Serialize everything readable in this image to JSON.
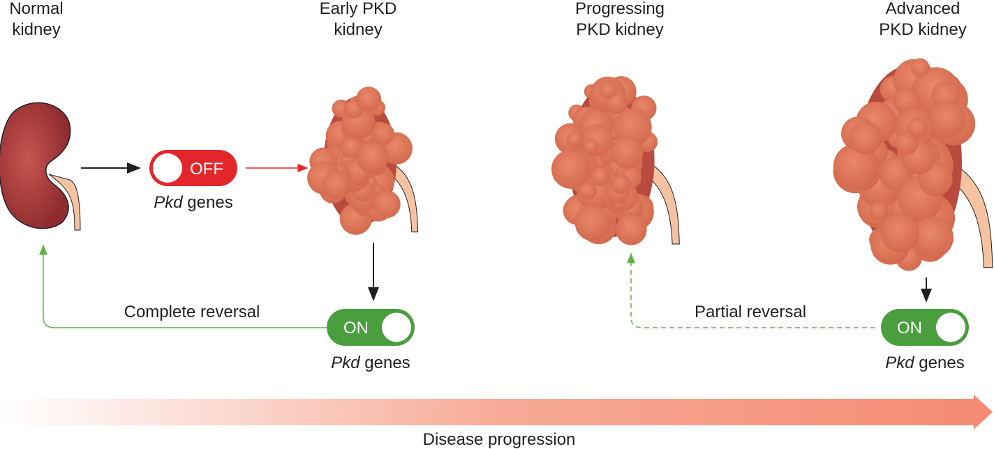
{
  "stages": [
    {
      "title_line1": "Normal",
      "title_line2": "kidney"
    },
    {
      "title_line1": "Early PKD",
      "title_line2": "kidney"
    },
    {
      "title_line1": "Progressing",
      "title_line2": "PKD kidney"
    },
    {
      "title_line1": "Advanced",
      "title_line2": "PKD kidney"
    }
  ],
  "switches": {
    "off_label": "OFF",
    "on_label": "ON",
    "gene_italic": "Pkd",
    "gene_suffix": " genes"
  },
  "reversals": {
    "complete": "Complete reversal",
    "partial": "Partial reversal"
  },
  "progression_label": "Disease progression",
  "colors": {
    "off": "#e3262b",
    "on": "#4a9e3e",
    "reversal": "#5cb346",
    "kidney": "#a8383a",
    "cyst": "#e07a5c",
    "ureter": "#f6c3a2",
    "progression": "#f58a72"
  }
}
